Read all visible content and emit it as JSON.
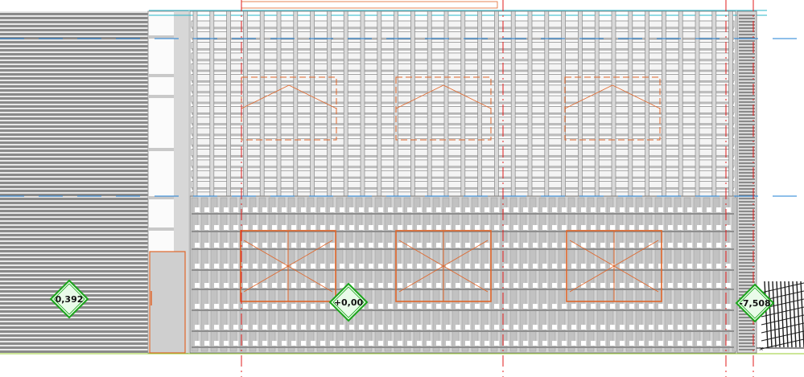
{
  "colors": {
    "background": "#ffffff",
    "slat_dark": "#8a8a8a",
    "slat_light": "#e8e8e8",
    "louver_fill": "#f4f4f4",
    "louver_shadow": "#bdbdbd",
    "column": "#d9d9d9",
    "window_orange": "#e0662a",
    "axis_red": "#e11b1b",
    "guide_blue": "#1e7fd6",
    "top_edge_cyan": "#29b7c9",
    "marker_green": "#1aa51a",
    "marker_fill": "#e9fbe9",
    "fence_dark": "#1a1a1a"
  },
  "level_markers": [
    {
      "label": "0,392",
      "icon": "level-diamond-icon"
    },
    {
      "label": "+0,00",
      "icon": "level-diamond-icon"
    },
    {
      "label": "-7,508",
      "icon": "level-diamond-icon"
    }
  ],
  "layers": {
    "left_cladding": "horizontal-slat-cladding",
    "upper_louvers": "horizontal-louver-grid",
    "lower_screen": "perforated-panel-grid",
    "right_cladding": "narrow-slat-cladding",
    "fence": "diagonal-fence-hatch"
  }
}
